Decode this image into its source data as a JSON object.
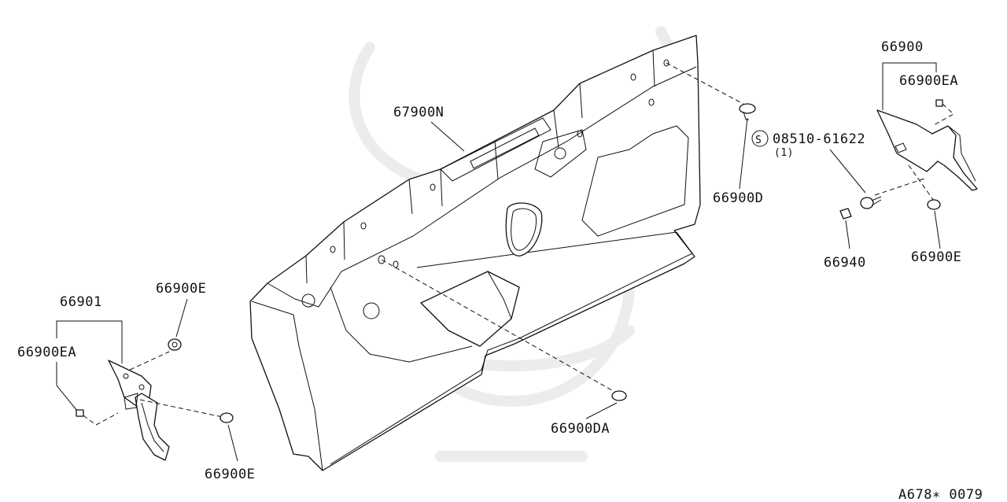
{
  "labels": {
    "main_panel": "67900N",
    "clip_top": "66900D",
    "clip_bottom": "66900DA",
    "screw_code": "08510-61622",
    "screw_qty": "(1)",
    "screw_symbol": "S",
    "bracket_right": "66900",
    "clip_right_top": "66900EA",
    "clip_right_bottom": "66900E",
    "clip_right_square": "66940",
    "bracket_left": "66901",
    "clip_left_top": "66900E",
    "clip_left_side": "66900EA",
    "clip_left_bottom": "66900E",
    "diagram_code": "A678∗ 0079"
  }
}
